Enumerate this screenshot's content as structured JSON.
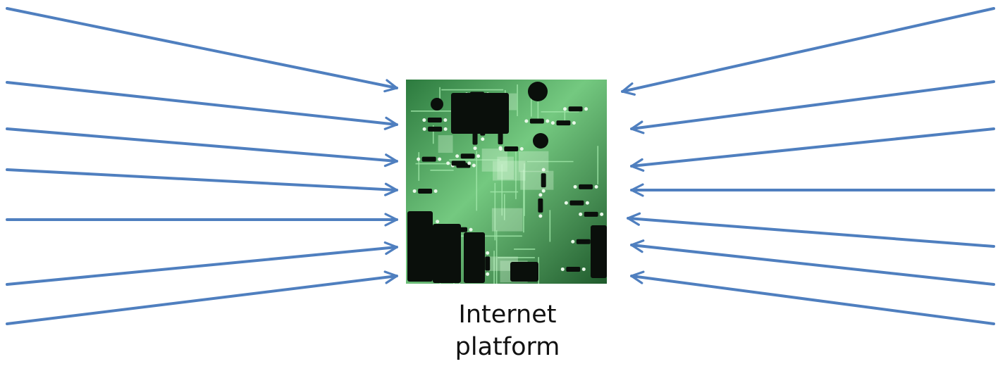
{
  "caption": {
    "line1": "Internet",
    "line2": "platform"
  },
  "colors": {
    "arrow": "#4f7fbf",
    "board_base": "#0f3a1c",
    "board_light": "#9fe6a8",
    "chip": "#0a0f0b",
    "trace": "#3fbf5f"
  },
  "icons": {
    "center_image": "circuit-board-image",
    "arrows": "arrow-icon"
  }
}
